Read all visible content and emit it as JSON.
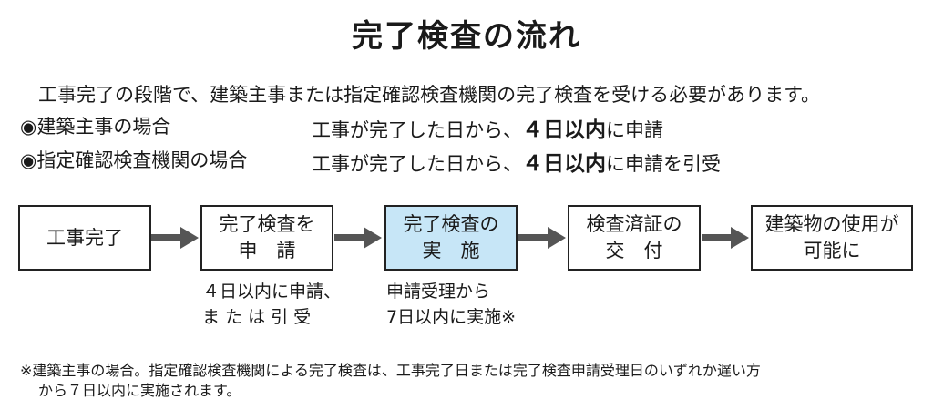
{
  "title": "完了検査の流れ",
  "intro": "工事完了の段階で、建築主事または指定確認検査機関の完了検査を受ける必要があります。",
  "conditions": [
    {
      "label": "◉建築主事の場合",
      "rule_prefix": "工事が完了した日から、",
      "rule_emph": "４日以内",
      "rule_suffix": "に申請"
    },
    {
      "label": "◉指定確認検査機関の場合",
      "rule_prefix": "工事が完了した日から、",
      "rule_emph": "４日以内",
      "rule_suffix": "に申請を引受"
    }
  ],
  "flow": {
    "steps": [
      {
        "line1": "工事完了",
        "line2": ""
      },
      {
        "line1": "完了検査を",
        "line2": "申　請"
      },
      {
        "line1": "完了検査の",
        "line2": "実　施"
      },
      {
        "line1": "検査済証の",
        "line2": "交　付"
      },
      {
        "line1": "建築物の使用が",
        "line2": "可能に"
      }
    ],
    "notes": [
      {
        "line1": "４日以内に申請、",
        "line2": "ま た は 引 受"
      },
      {
        "line1": "申請受理から",
        "line2": "7日以内に実施※"
      }
    ]
  },
  "footnote": {
    "line1": "※建築主事の場合。指定確認検査機関による完了検査は、工事完了日または完了検査申請受理日のいずれか遅い方",
    "line2": "から７日以内に実施されます。"
  },
  "colors": {
    "highlight_box": "#c7e6f7",
    "arrow": "#555555",
    "border": "#222222"
  }
}
